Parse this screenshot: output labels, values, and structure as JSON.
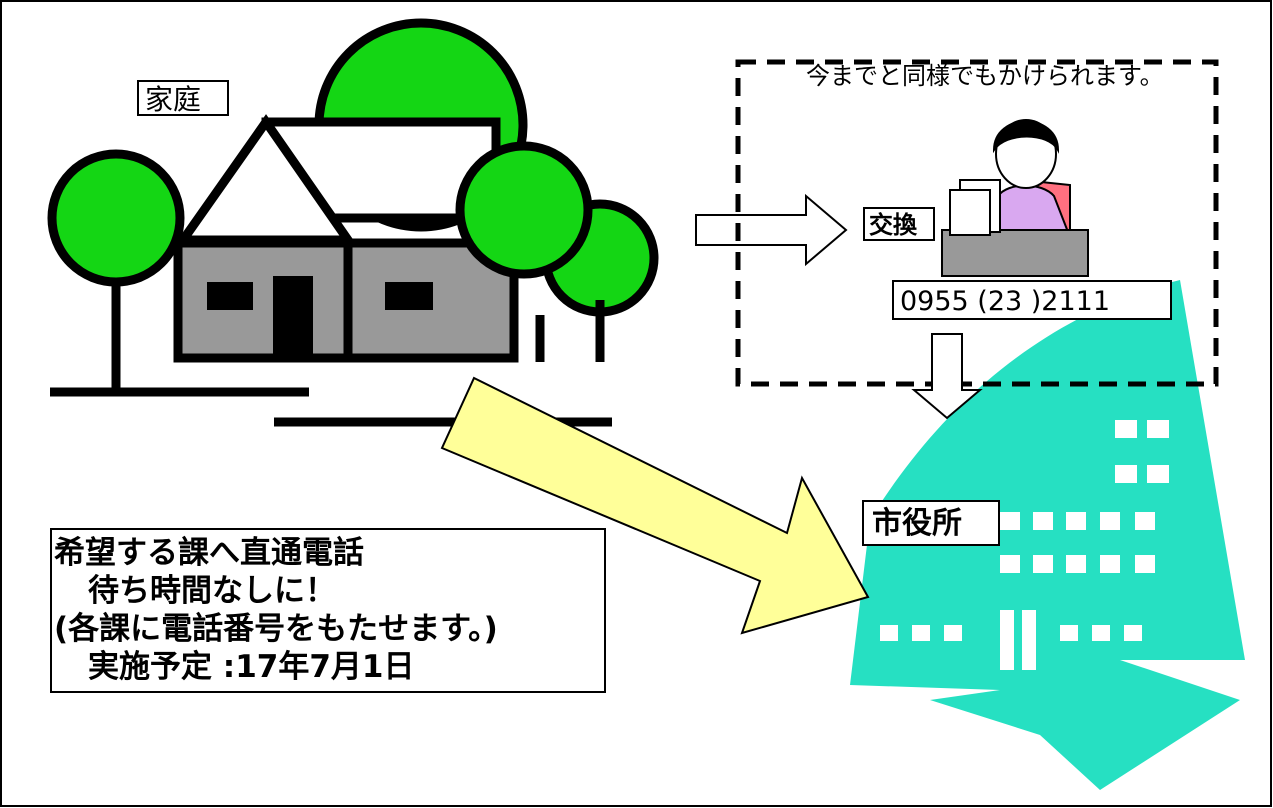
{
  "labels": {
    "home": "家庭",
    "exchange": "交換",
    "phone_number": "0955 (23 )2111",
    "city_hall": "市役所",
    "same_as_before": "今までと同様でもかけられます。"
  },
  "info_box": {
    "line1": "希望する課へ直通電話",
    "line2": "待ち時間なしに！",
    "line3": "(各課に電話番号をもたせます。)",
    "line4": "実施予定 :17年7月1日"
  },
  "colors": {
    "tree_green": "#14d614",
    "house_gray": "#999999",
    "building_teal": "#26e0c2",
    "big_arrow_fill": "#ffff99",
    "operator_purple": "#d9a8f0",
    "operator_pink": "#ff7080"
  }
}
